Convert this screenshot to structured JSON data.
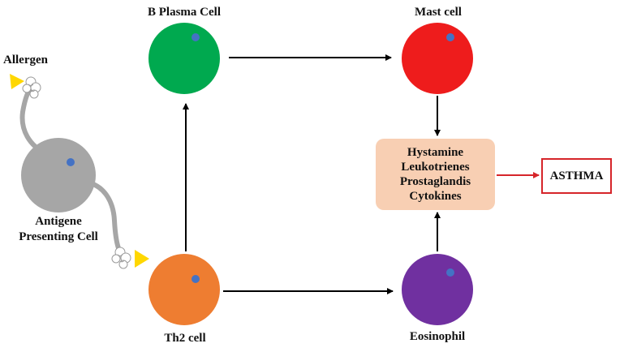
{
  "labels": {
    "allergen": "Allergen",
    "apc_line1": "Antigene",
    "apc_line2": "Presenting Cell",
    "b_plasma": "B Plasma Cell",
    "mast": "Mast cell",
    "th2": "Th2 cell",
    "eosinophil": "Eosinophil"
  },
  "mediators": [
    "Hystamine",
    "Leukotrienes",
    "Prostaglandis",
    "Cytokines"
  ],
  "outcome": "ASTHMA",
  "colors": {
    "apc": "#a6a6a6",
    "b_plasma": "#00a94f",
    "mast": "#ee1c1c",
    "th2": "#ee7d31",
    "eosinophil": "#7030a0",
    "nucleus": "#4472c4",
    "allergen": "#ffd700",
    "mediator_box": "#f8cfb3",
    "asthma_border": "#d6252a",
    "arrow": "#000000",
    "red_arrow": "#d6252a"
  }
}
